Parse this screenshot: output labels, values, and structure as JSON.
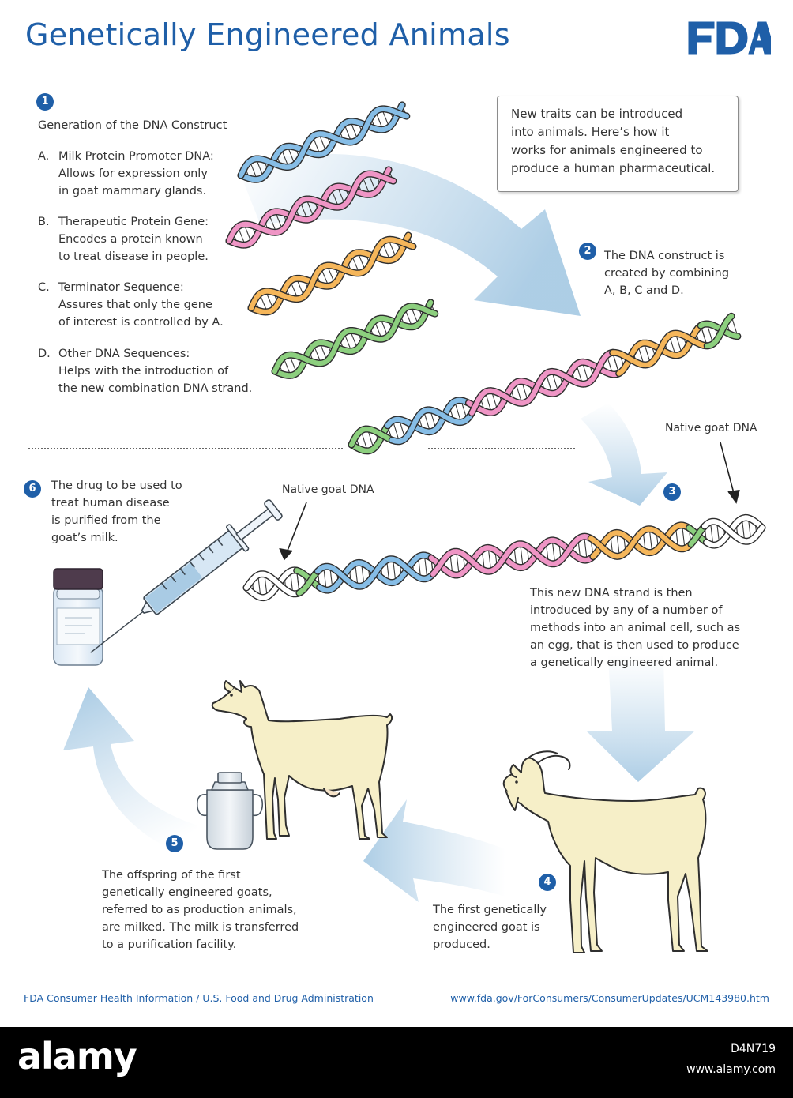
{
  "header": {
    "title": "Genetically Engineered Animals",
    "logo_text": "FDA"
  },
  "colors": {
    "brand_blue": "#1f5fa8",
    "strand_blue": "#86bde6",
    "strand_pink": "#ef95c5",
    "strand_orange": "#f5b65a",
    "strand_green": "#8ccf7e",
    "strand_native": "#ffffff",
    "arrow_blue": "#bcd6ea",
    "goat_fill": "#f6efc8"
  },
  "intro_box": "New traits can be introduced\ninto animals. Here’s how it\nworks for animals engineered to\nproduce a human pharmaceutical.",
  "step1": {
    "number": "1",
    "heading": "Generation of the DNA Construct",
    "items": [
      {
        "letter": "A.",
        "title": "Milk Protein Promoter DNA:",
        "desc": "Allows for expression only\nin goat mammary glands.",
        "color": "blue"
      },
      {
        "letter": "B.",
        "title": "Therapeutic Protein Gene:",
        "desc": "Encodes a protein known\nto treat disease in people.",
        "color": "pink"
      },
      {
        "letter": "C.",
        "title": "Terminator Sequence:",
        "desc": "Assures that only the gene\nof interest is controlled by A.",
        "color": "orange"
      },
      {
        "letter": "D.",
        "title": "Other DNA Sequences:",
        "desc": "Helps with the introduction of\nthe new combination DNA strand.",
        "color": "green"
      }
    ]
  },
  "step2": {
    "number": "2",
    "text": "The DNA construct is\ncreated by combining\nA, B, C and D."
  },
  "step3": {
    "number": "3",
    "native_label_left": "Native goat DNA",
    "native_label_right": "Native goat DNA",
    "text": "This new DNA strand is then\nintroduced by any of a number of\nmethods into an animal cell, such as\nan egg, that is then used to produce\na genetically engineered animal."
  },
  "step4": {
    "number": "4",
    "text": "The first genetically\nengineered goat is\nproduced."
  },
  "step5": {
    "number": "5",
    "text": "The offspring of the first\ngenetically engineered goats,\nreferred to as production animals,\nare milked. The milk is transferred\nto a purification facility."
  },
  "step6": {
    "number": "6",
    "text": "The drug to be used to\ntreat human disease\nis purified from the\ngoat’s milk."
  },
  "footer": {
    "left": "FDA Consumer Health Information / U.S. Food and Drug Administration",
    "right": "www.fda.gov/ForConsumers/ConsumerUpdates/UCM143980.htm"
  },
  "watermark": {
    "logo": "alamy",
    "image_id": "D4N719",
    "url": "www.alamy.com"
  }
}
